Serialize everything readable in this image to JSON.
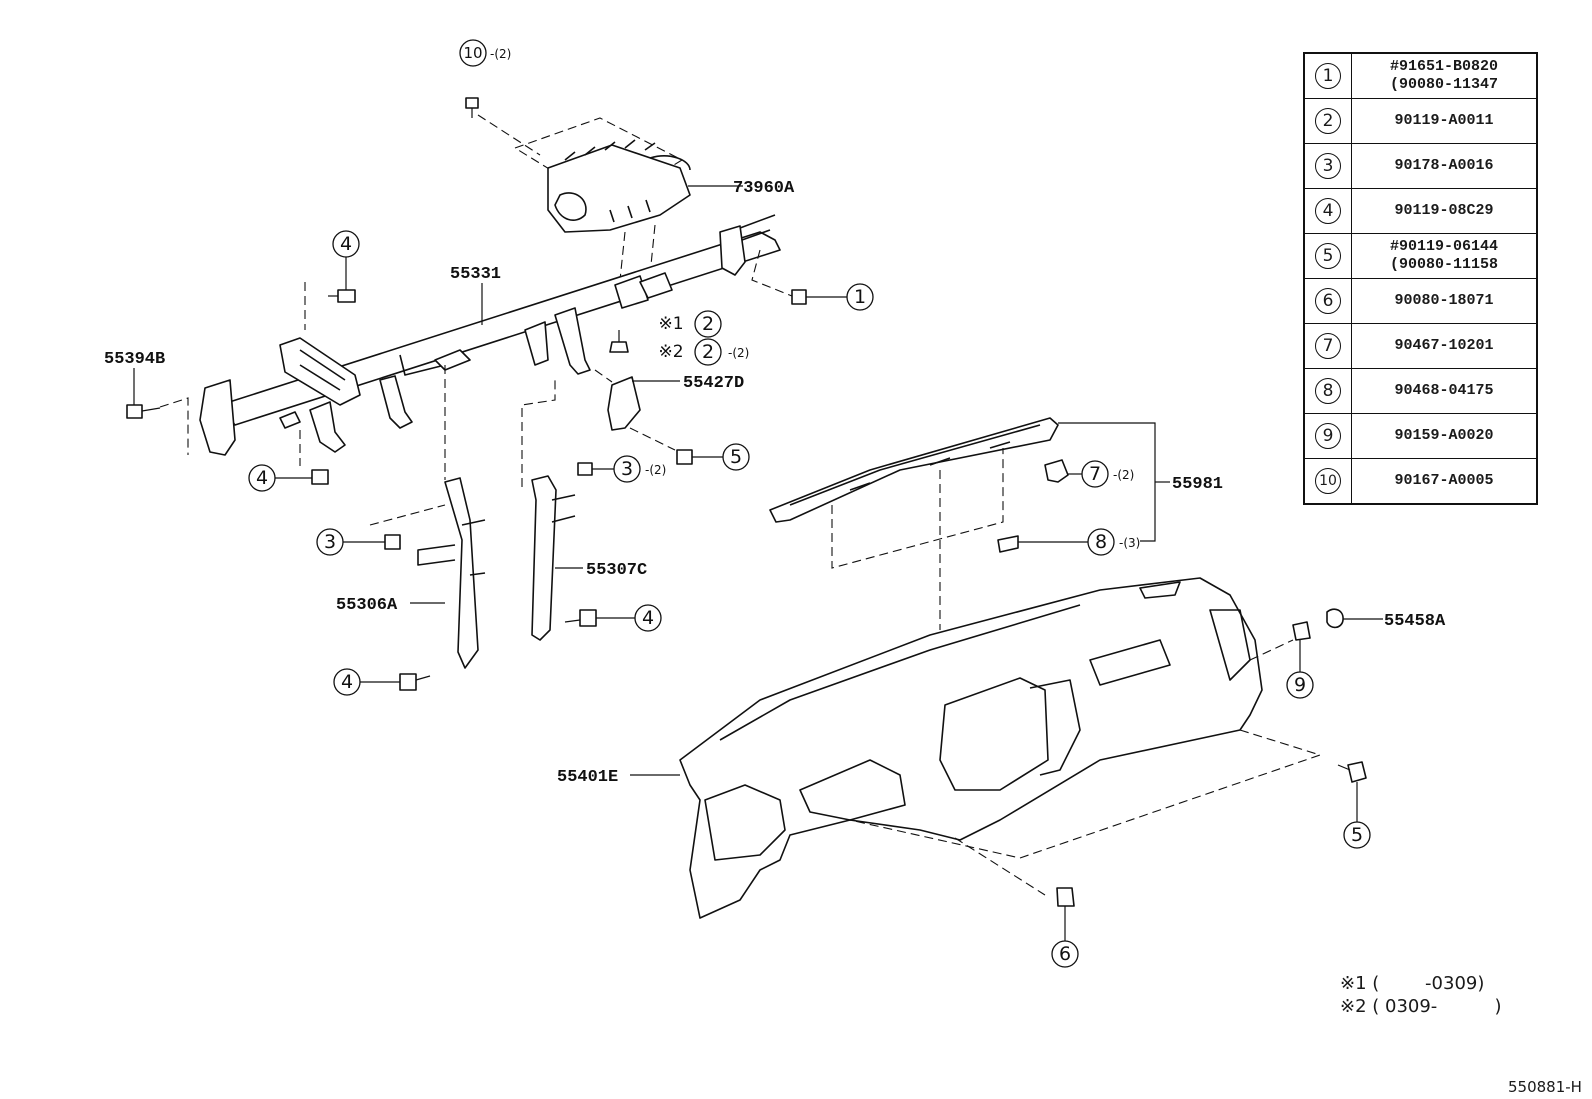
{
  "callouts": {
    "c10": "10",
    "c10_qty": "-(2)",
    "c4a": "4",
    "c4b": "4",
    "c4c": "4",
    "c4d": "4",
    "c3a": "3",
    "c3b": "3",
    "c3b_qty": "-(2)",
    "c1": "1",
    "c2a": "2",
    "c2a_mark": "※1",
    "c2b": "2",
    "c2b_mark": "※2",
    "c2b_qty": "-(2)",
    "c5a": "5",
    "c5b": "5",
    "c7": "7",
    "c7_qty": "-(2)",
    "c8": "8",
    "c8_qty": "-(3)",
    "c9": "9",
    "c6": "6"
  },
  "part_labels": {
    "airbag": "73960A",
    "reinforcement": "55331",
    "bracket_left": "55394B",
    "brace_center_right": "55427D",
    "panel_upper": "55981",
    "brace_right": "55307C",
    "brace_left": "55306A",
    "clip_right": "55458A",
    "instrument_panel": "55401E"
  },
  "legend": [
    {
      "num": "1",
      "line1": "#91651-B0820",
      "line2": "(90080-11347"
    },
    {
      "num": "2",
      "line1": "90119-A0011",
      "line2": ""
    },
    {
      "num": "3",
      "line1": "90178-A0016",
      "line2": ""
    },
    {
      "num": "4",
      "line1": "90119-08C29",
      "line2": ""
    },
    {
      "num": "5",
      "line1": "#90119-06144",
      "line2": "(90080-11158"
    },
    {
      "num": "6",
      "line1": "90080-18071",
      "line2": ""
    },
    {
      "num": "7",
      "line1": "90467-10201",
      "line2": ""
    },
    {
      "num": "8",
      "line1": "90468-04175",
      "line2": ""
    },
    {
      "num": "9",
      "line1": "90159-A0020",
      "line2": ""
    },
    {
      "num": "10",
      "line1": "90167-A0005",
      "line2": ""
    }
  ],
  "footnotes": {
    "note1": "※1 (        -0309)",
    "note2": "※2 ( 0309-          )"
  },
  "diagram_code": "550881-H"
}
